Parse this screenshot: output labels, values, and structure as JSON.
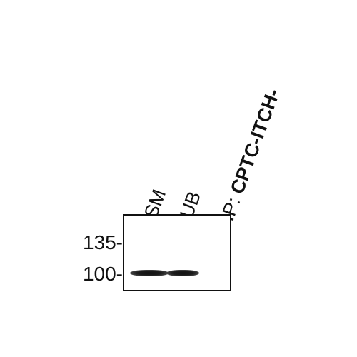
{
  "lanes": [
    {
      "label": "SM"
    },
    {
      "label": "UB"
    }
  ],
  "ip_label": {
    "prefix": "IP:",
    "antibody": "CPTC-ITCH-"
  },
  "markers": [
    {
      "label": "135-",
      "kda": 135
    },
    {
      "label": "100-",
      "kda": 100
    }
  ],
  "bands": [
    {
      "lane": "SM",
      "marker_kda": 100
    },
    {
      "lane": "UB",
      "marker_kda": 100
    }
  ],
  "colors": {
    "ink": "#111111",
    "background": "#ffffff"
  }
}
